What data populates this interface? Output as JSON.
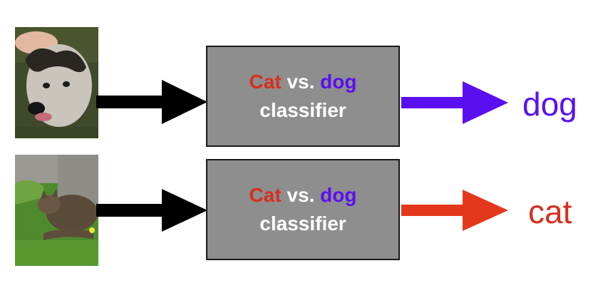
{
  "colors": {
    "cat": "#d62f1f",
    "dog": "#5a0ff0",
    "box_fill": "#8e8e8e",
    "box_text": "#ffffff",
    "input_arrow": "#000000",
    "dog_arrow": "#5a0ff0",
    "cat_arrow": "#e3381c"
  },
  "classifier": {
    "word_cat": "Cat",
    "word_vs": "vs.",
    "word_dog": "dog",
    "line2": "classifier"
  },
  "rows": [
    {
      "input_image": "husky-dog-photo",
      "output_label": "dog"
    },
    {
      "input_image": "tabby-cat-in-grass-photo",
      "output_label": "cat"
    }
  ]
}
